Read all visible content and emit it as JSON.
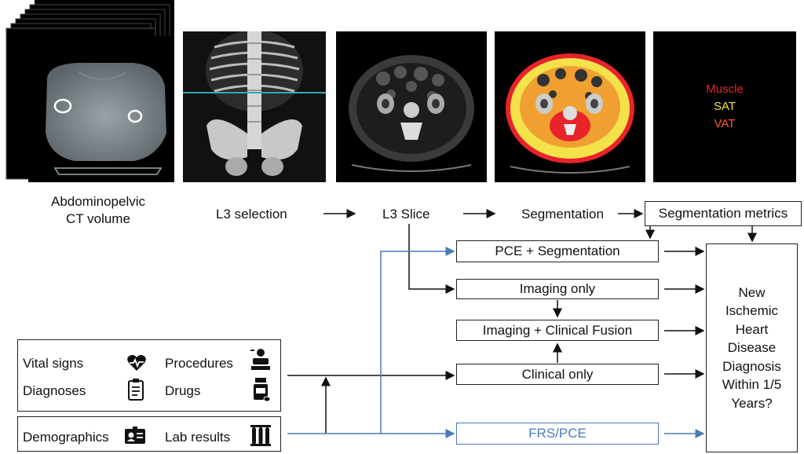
{
  "images": {
    "ct_volume": {
      "caption_line1": "Abdominopelvic",
      "caption_line2": "CT volume"
    },
    "legend": {
      "muscle": "Muscle",
      "sat": "SAT",
      "vat": "VAT",
      "muscle_color": "#e8232b",
      "sat_color": "#f4e24b",
      "vat_color": "#ff5a2a"
    }
  },
  "pipeline": {
    "l3_selection": "L3 selection",
    "l3_slice": "L3 Slice",
    "segmentation": "Segmentation",
    "segmentation_metrics": "Segmentation metrics"
  },
  "models": {
    "pce_segmentation": "PCE + Segmentation",
    "imaging_only": "Imaging only",
    "fusion": "Imaging + Clinical Fusion",
    "clinical_only": "Clinical only",
    "frs_pce": "FRS/PCE"
  },
  "ehr": {
    "vital_signs": "Vital signs",
    "procedures": "Procedures",
    "diagnoses": "Diagnoses",
    "drugs": "Drugs",
    "demographics": "Demographics",
    "lab_results": "Lab results",
    "icons": [
      "heart-pulse-icon",
      "surgeon-icon",
      "clipboard-icon",
      "pill-bottle-icon",
      "id-card-icon",
      "test-tubes-icon"
    ]
  },
  "outcome": {
    "lines": [
      "New",
      "Ischemic",
      "Heart",
      "Disease",
      "Diagnosis",
      "Within 1/5",
      "Years?"
    ]
  },
  "colors": {
    "arrow": "#111111",
    "blue_path": "#4a7bb7"
  }
}
